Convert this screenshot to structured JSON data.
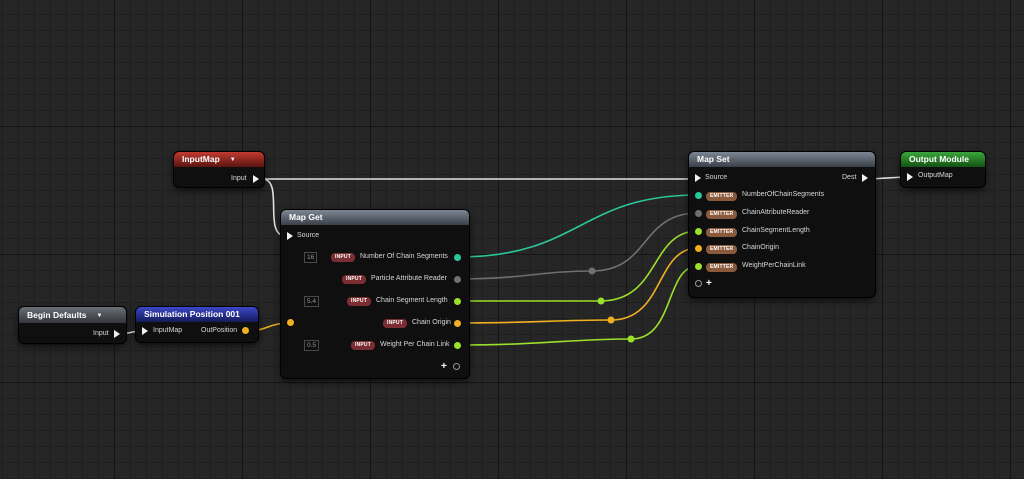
{
  "colors": {
    "exec_wire": "#e8e8e8",
    "int_wire": "#2ac79a",
    "obj_wire": "#6e6e6e",
    "float_wire": "#9be02a",
    "vec_wire": "#f0b020"
  },
  "input_map_node": {
    "title": "InputMap",
    "pin_input": "Input"
  },
  "begin_defaults_node": {
    "title": "Begin Defaults",
    "pin_input": "Input"
  },
  "sim_position_node": {
    "title": "Simulation Position 001",
    "pin_input_map": "InputMap",
    "pin_out_position": "OutPosition"
  },
  "map_get_node": {
    "title": "Map Get",
    "source_label": "Source",
    "tag": "INPUT",
    "outputs": [
      {
        "value": "16",
        "label": "Number Of Chain Segments"
      },
      {
        "value": "",
        "label": "Particle Attribute Reader"
      },
      {
        "value": "5.4",
        "label": "Chain Segment Length"
      },
      {
        "value": "",
        "label": "Chain Origin"
      },
      {
        "value": "0.5",
        "label": "Weight Per Chain Link"
      }
    ]
  },
  "map_set_node": {
    "title": "Map Set",
    "source_label": "Source",
    "dest_label": "Dest",
    "tag": "EMITTER",
    "inputs": [
      {
        "label": "NumberOfChainSegments"
      },
      {
        "label": "ChainAttributeReader"
      },
      {
        "label": "ChainSegmentLength"
      },
      {
        "label": "ChainOrigin"
      },
      {
        "label": "WeightPerChainLink"
      }
    ]
  },
  "output_module_node": {
    "title": "Output Module",
    "pin_output_map": "OutputMap"
  }
}
